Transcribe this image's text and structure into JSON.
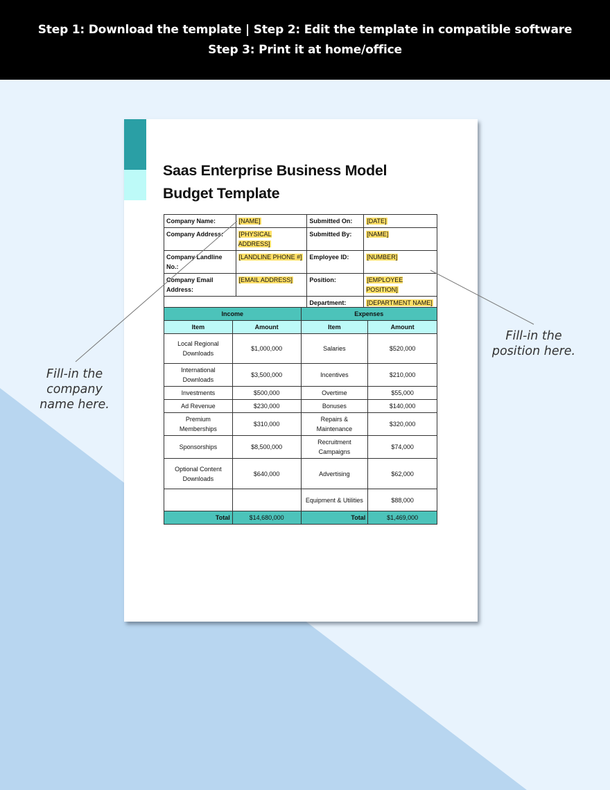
{
  "banner": {
    "line1": "Step 1: Download the template | Step 2: Edit the template in compatible software",
    "line2": "Step 3: Print it at home/office"
  },
  "colors": {
    "banner_bg": "#000000",
    "background_light": "#e8f3fd",
    "background_dark_triangle": "#b8d6f0",
    "accent_teal_dark": "#2a9fa5",
    "accent_teal_light": "#bdfaf8",
    "table_header_teal": "#4cc3ba",
    "placeholder_highlight": "#ffe066"
  },
  "document": {
    "title_line1": "Saas Enterprise Business Model",
    "title_line2": "Budget Template",
    "info": {
      "rows": [
        {
          "label1": "Company Name:",
          "value1": "[NAME]",
          "label2": "Submitted On:",
          "value2": "[DATE]"
        },
        {
          "label1": "Company Address:",
          "value1": "[PHYSICAL ADDRESS]",
          "label2": "Submitted By:",
          "value2": "[NAME]"
        },
        {
          "label1": "Company Landline No.:",
          "value1": "[LANDLINE PHONE #]",
          "label2": "Employee ID:",
          "value2": "[NUMBER]"
        },
        {
          "label1": "Company Email Address:",
          "value1": "[EMAIL ADDRESS]",
          "label2": "Position:",
          "value2": "[EMPLOYEE POSITION]"
        },
        {
          "label1": "",
          "value1": "",
          "label2": "Department:",
          "value2": "[DEPARTMENT NAME]"
        }
      ]
    },
    "budget": {
      "income_header": "Income",
      "expenses_header": "Expenses",
      "col_item": "Item",
      "col_amount": "Amount",
      "rows": [
        {
          "income_item": "Local Regional Downloads",
          "income_amount": "$1,000,000",
          "expense_item": "Salaries",
          "expense_amount": "$520,000"
        },
        {
          "income_item": "International Downloads",
          "income_amount": "$3,500,000",
          "expense_item": "Incentives",
          "expense_amount": "$210,000"
        },
        {
          "income_item": "Investments",
          "income_amount": "$500,000",
          "expense_item": "Overtime",
          "expense_amount": "$55,000"
        },
        {
          "income_item": "Ad Revenue",
          "income_amount": "$230,000",
          "expense_item": "Bonuses",
          "expense_amount": "$140,000"
        },
        {
          "income_item": "Premium Memberships",
          "income_amount": "$310,000",
          "expense_item": "Repairs & Maintenance",
          "expense_amount": "$320,000"
        },
        {
          "income_item": "Sponsorships",
          "income_amount": "$8,500,000",
          "expense_item": "Recruitment Campaigns",
          "expense_amount": "$74,000"
        },
        {
          "income_item": "Optional Content Downloads",
          "income_amount": "$640,000",
          "expense_item": "Advertising",
          "expense_amount": "$62,000"
        },
        {
          "income_item": "",
          "income_amount": "",
          "expense_item": "Equipment & Utilities",
          "expense_amount": "$88,000"
        }
      ],
      "total_label": "Total",
      "income_total": "$14,680,000",
      "expense_total": "$1,469,000"
    }
  },
  "callouts": {
    "left": "Fill-in the company name here.",
    "right": "Fill-in the position here."
  }
}
